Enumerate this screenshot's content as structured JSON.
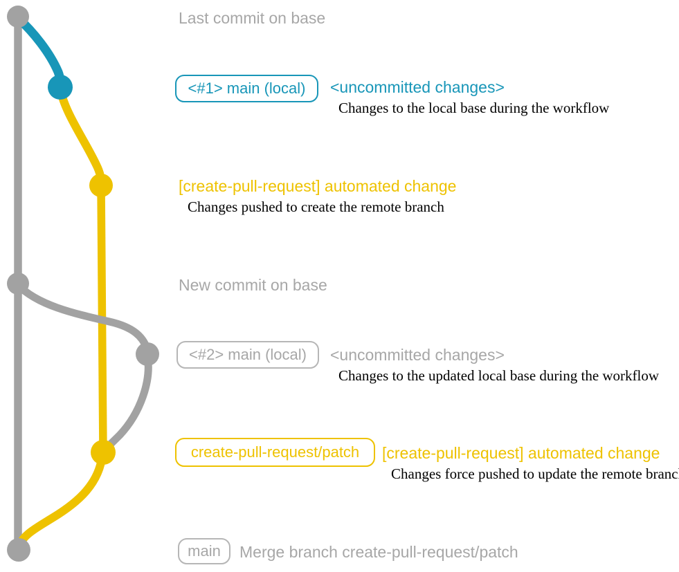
{
  "colors": {
    "gray_line": "#a2a2a2",
    "gray_text": "#a7a7a7",
    "gray_border": "#b6b6b6",
    "teal": "#1896b8",
    "yellow": "#eec200",
    "text_black": "#000000"
  },
  "graph": {
    "type": "git-branch-diagram",
    "branches": [
      {
        "id": "base",
        "color_key": "gray_line"
      },
      {
        "id": "main-local",
        "color_key": "teal"
      },
      {
        "id": "create-pull-request-patch",
        "color_key": "yellow"
      }
    ],
    "commits": [
      {
        "id": "last-commit-on-base",
        "color_key": "gray_line"
      },
      {
        "id": "uncommitted-changes-1",
        "color_key": "teal"
      },
      {
        "id": "automated-change-1",
        "color_key": "yellow"
      },
      {
        "id": "new-commit-on-base",
        "color_key": "gray_line"
      },
      {
        "id": "uncommitted-changes-2",
        "color_key": "gray_line"
      },
      {
        "id": "automated-change-2",
        "color_key": "yellow"
      },
      {
        "id": "merge-commit",
        "color_key": "gray_line"
      }
    ]
  },
  "annotations": {
    "last_commit_label": "Last commit on base",
    "step1": {
      "branch_box": "<#1> main (local)",
      "status": "<uncommitted changes>",
      "description": "Changes to the local base during the workflow"
    },
    "step2": {
      "headline": "[create-pull-request] automated change",
      "description": "Changes pushed to create the remote branch"
    },
    "new_commit_label": "New commit on base",
    "step3": {
      "branch_box": "<#2> main (local)",
      "status": "<uncommitted changes>",
      "description": "Changes to the updated local base during the workflow"
    },
    "step4": {
      "branch_box": "create-pull-request/patch",
      "headline": "[create-pull-request] automated change",
      "description": "Changes force pushed to update the remote branch"
    },
    "step5": {
      "branch_box": "main",
      "description": "Merge branch create-pull-request/patch"
    }
  }
}
